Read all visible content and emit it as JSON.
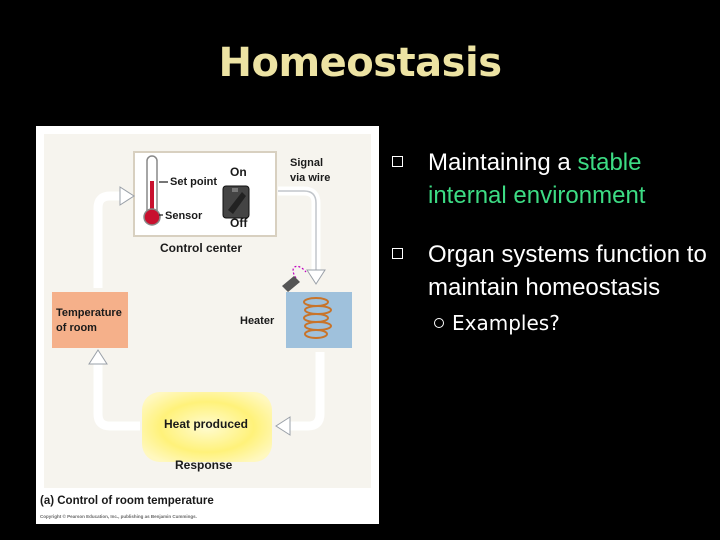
{
  "slide": {
    "title": "Homeostasis",
    "title_color": "#ede3a3",
    "accent_color": "#3ddc84"
  },
  "diagram": {
    "control_center_label": "Control center",
    "set_point_label": "Set point",
    "sensor_label": "Sensor",
    "switch_on_label": "On",
    "switch_off_label": "Off",
    "signal_label_line1": "Signal",
    "signal_label_line2": "via wire",
    "heater_label": "Heater",
    "temperature_label_line1": "Temperature",
    "temperature_label_line2": "of room",
    "heat_produced_label": "Heat produced",
    "response_label": "Response",
    "caption": "(a) Control of room temperature",
    "copyright": "Copyright © Pearson Education, Inc., publishing as Benjamin Cummings."
  },
  "bullets": {
    "item1_prefix": "Maintaining a ",
    "item1_highlight": "stable internal environment",
    "item2": "Organ systems function to maintain homeostasis",
    "sub1": "Examples?"
  }
}
